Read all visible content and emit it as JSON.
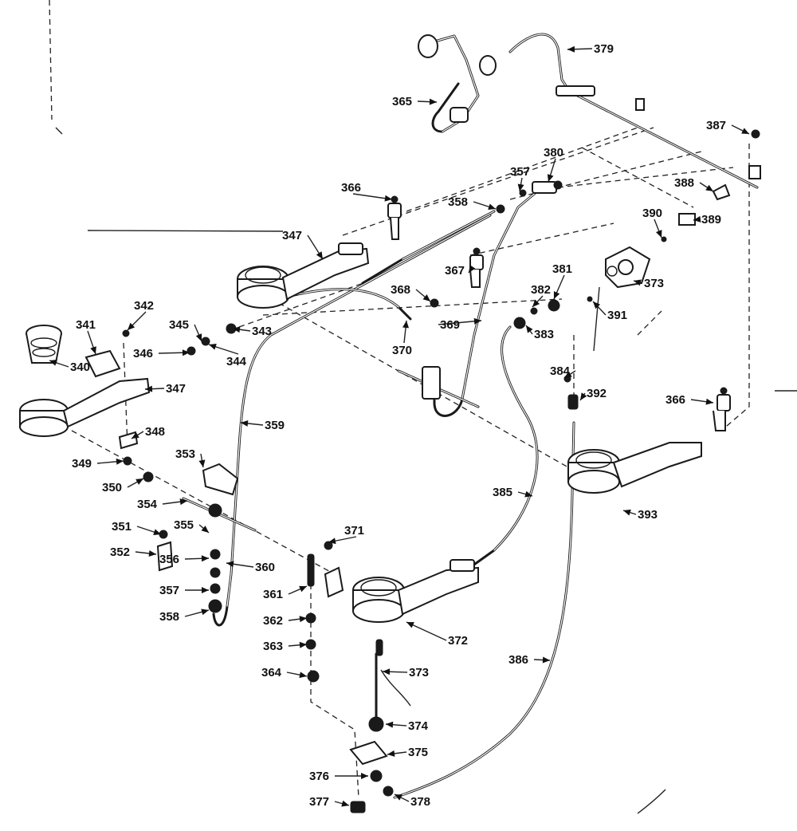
{
  "labels": [
    "379",
    "365",
    "387",
    "380",
    "357",
    "358",
    "366",
    "388",
    "390",
    "389",
    "347",
    "373",
    "381",
    "367",
    "382",
    "368",
    "391",
    "383",
    "369",
    "370",
    "343",
    "342",
    "341",
    "345",
    "344",
    "346",
    "340",
    "347",
    "359",
    "384",
    "392",
    "366",
    "348",
    "353",
    "349",
    "350",
    "354",
    "385",
    "393",
    "351",
    "355",
    "371",
    "352",
    "360",
    "356",
    "361",
    "357",
    "358",
    "362",
    "372",
    "363",
    "386",
    "373",
    "364",
    "374",
    "375",
    "376",
    "377",
    "378"
  ]
}
